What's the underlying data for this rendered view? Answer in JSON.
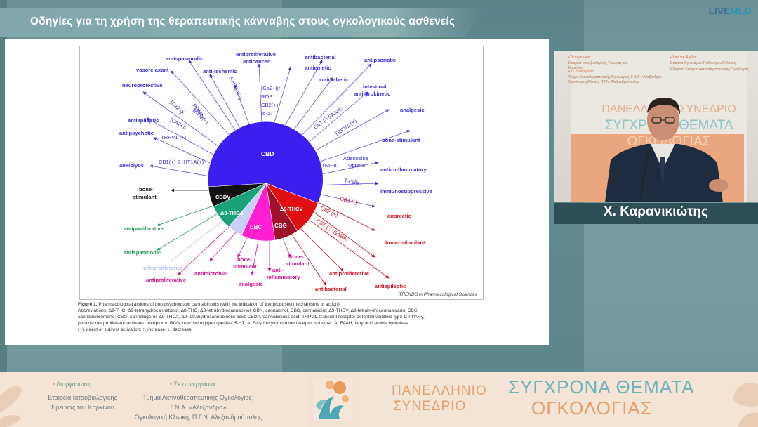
{
  "header": {
    "title": "Οδηγίες για τη χρήση της θεραπευτικής κάνναβης στους ογκολογικούς ασθενείς",
    "brand_prefix": "LIVE",
    "brand_suffix": "MED"
  },
  "figure": {
    "credit": "TRENDS in Pharmacological Sciences",
    "caption_label": "Figure 1.",
    "caption_line1": "Pharmacological actions of non-psychotropic cannabinoids (with the indication of the proposed mechanisms of action).",
    "caption_line2": "Abbreviations: Δ9-THC, Δ9-tetrahydrocannabinol; Δ8-THC, Δ8-tetrahydrocannabinol; CBN, cannabinol; CBD, cannabidiol; Δ9-THCV, Δ9-tetrahydrocannabivarin; CBC,",
    "caption_line3": "cannabichromene; CBG, cannabigerol; Δ9-THCA, Δ9-tetrahydrocannabinolic acid; CBDA, cannabidiolic acid; TRPV1, transient receptor potential vanilloid type 1; PPARγ,",
    "caption_line4": "peroxisome proliferator-activated receptor γ; ROS, reactive oxygen species; 5-HT1A, 5-hydroxytryptamine receptor subtype 1A; FAAH, fatty acid amide hydrolase.",
    "caption_line5": "(+), direct or indirect activation; ↑, increase; ↓, decrease.",
    "segments": [
      {
        "label": "CBD",
        "color": "#3a1ff0"
      },
      {
        "label": "CBDV",
        "color": "#111111"
      },
      {
        "label": "Δ9-THCA",
        "color": "#1aa27a"
      },
      {
        "label": "CBC",
        "color": "#ff1fd0"
      },
      {
        "label": "CBG",
        "color": "#a0102a"
      },
      {
        "label": "Δ9-THCV",
        "color": "#e01010"
      }
    ],
    "labels": {
      "vasorelaxant": "vasorelaxant",
      "antispasmodic": "antispasmodic",
      "anti_ischemic": "anti-ischemic",
      "antiproliferative_anticancer": "antiproliferative",
      "anticancer": "anticancer",
      "antibacterial_top": "antibacterial",
      "antiemetic": "antiemetic",
      "antipsoriatic": "antipsoriatic",
      "antidiabetic": "antidiabetic",
      "intestinal": "intestinal",
      "antiprokinetic": "anti-prokinetic",
      "neuroprotective": "neuroprotective",
      "antiepileptic": "antiepileptic",
      "antipsychotic": "antipsychotic",
      "analgesic_top": "analgesic",
      "bone_stimulant_r": "bone-stimulant",
      "anxiolytic": "anxiolytic",
      "anti_inflammatory_r": "anti- inflammatory",
      "immunosuppressive": "immunosuppressive",
      "anorectic": "anorectic",
      "bone_stimulant_r2": "bone- stimulant",
      "antiepileptic_b": "antiepileptic",
      "antiproliferative_b": "antiproliferative",
      "antibacterial_b": "antibacterial",
      "bone_stimulant_b": "Bone-",
      "stimulant_b": "stimulant",
      "anti_b": "anti-",
      "inflammatory_b": "inflammatory",
      "analgesic_b": "analgesic",
      "bone_b2": "bone-",
      "stimulant_b2": "stimulant",
      "antimicrobial": "antimicrobial",
      "antiproliferative_bl": "antiproliferative",
      "antiproliferative_pale": "antiproliferative",
      "antispasmodic_g": "antispasmodic",
      "antiproliferative_g": "antiproliferative",
      "bone_l": "bone-",
      "stimulant_l": "stimulant",
      "ppar": "PPARγ(+)",
      "ht1a": "5-HT1A(+)",
      "ca_ros": "[Ca2+]i",
      "ros1": "ROS↓",
      "ca2": "[Ca2+]i",
      "ros_up": "ROS↑",
      "ca3": "[Ca2+]i↑",
      "cb2": "CB2(+)",
      "id1": "Id-1↓",
      "trpv1_l": "TRPV1 (+)",
      "cb1_5ht": "CB1(+) 5- HT1A(+)",
      "faah": "Ca1 (-) FAAH↓",
      "trpv1_r": "TRPV1 (+)",
      "adenosine": "Adenosine",
      "uptake": "Uptake",
      "tnf": "TNF-α↓",
      "tcells": "T-cells↓",
      "cb1a": "CB1 (-)",
      "cb2b": "CB2 (+)",
      "cb1c": "CB1 (-)",
      "gaba": "GABA↓"
    }
  },
  "video": {
    "org_label": "• Διοργάνωση:",
    "org_name": "Εταιρεία Ιατροβιολογικής Έρευνας του Καρκίνου",
    "collab_label": "• Σε συνεργασία:",
    "collab_line1": "Τμήμα Ακτινοθεραπευτικής Ογκολογίας, Γ.Ν.Α. «Αλεξάνδρα»",
    "collab_line2": "Ογκολογική Κλινική, Π.Γ.Ν. Αλεξανδρούπολης",
    "aegis_label": "• Υπό την Αιγίδα:",
    "aegis_line1": "Εταιρεία Ογκολόγων Παθολόγων Ελλάδος",
    "aegis_line2": "Ελληνική Εταιρεία Ακτινοθεραπευτικής Ογκολογίας",
    "big1": "ΠΑΝΕΛΛΗΝΙΟ ΣΥΝΕΔΡΙΟ",
    "big2": "ΣΥΓΧΡΟΝΑ ΘΕΜΑΤΑ",
    "big3": "ΟΓΚΟΛΟΓΙΑΣ",
    "speaker": "Χ. Καρανικιώτης"
  },
  "footer": {
    "org_label": "Διοργάνωση:",
    "org_line1": "Εταιρεία Ιατροβιολογικής",
    "org_line2": "Έρευνας του Καρκίνου",
    "collab_label": "Σε συνεργασία:",
    "collab_line1": "Τμήμα Ακτινοθεραπευτικής Ογκολογίας,",
    "collab_line2": "Γ.Ν.Α. «Αλεξάνδρα»",
    "collab_line3": "Ογκολογική Κλινική, Π.Γ.Ν. Αλεξανδρούπολης",
    "conf1": "ΠΑΝΕΛΛΗΝΙΟ",
    "conf2": "ΣΥΝΕΔΡΙΟ",
    "conf3": "ΣΥΓΧΡΟΝΑ ΘΕΜΑΤΑ",
    "conf4": "ΟΓΚΟΛΟΓΙΑΣ"
  }
}
